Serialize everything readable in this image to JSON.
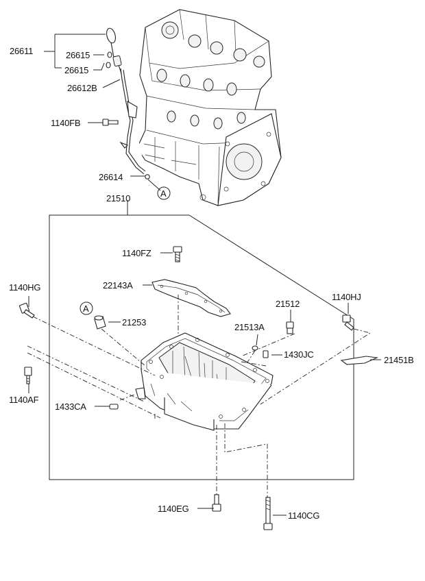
{
  "labels": {
    "p26611": "26611",
    "p26615a": "26615",
    "p26615b": "26615",
    "p26612B": "26612B",
    "p1140FB": "1140FB",
    "p26614": "26614",
    "pA1": "A",
    "p21510": "21510",
    "p1140FZ": "1140FZ",
    "p22143A": "22143A",
    "p1140HG": "1140HG",
    "pA2": "A",
    "p21253": "21253",
    "p21512": "21512",
    "p1140HJ": "1140HJ",
    "p21513A": "21513A",
    "p1430JC": "1430JC",
    "p21451B": "21451B",
    "p1140AF": "1140AF",
    "p1433CA": "1433CA",
    "p1140EG": "1140EG",
    "p1140CG": "1140CG"
  },
  "colors": {
    "line": "#222222",
    "text": "#111111",
    "background": "#ffffff"
  }
}
